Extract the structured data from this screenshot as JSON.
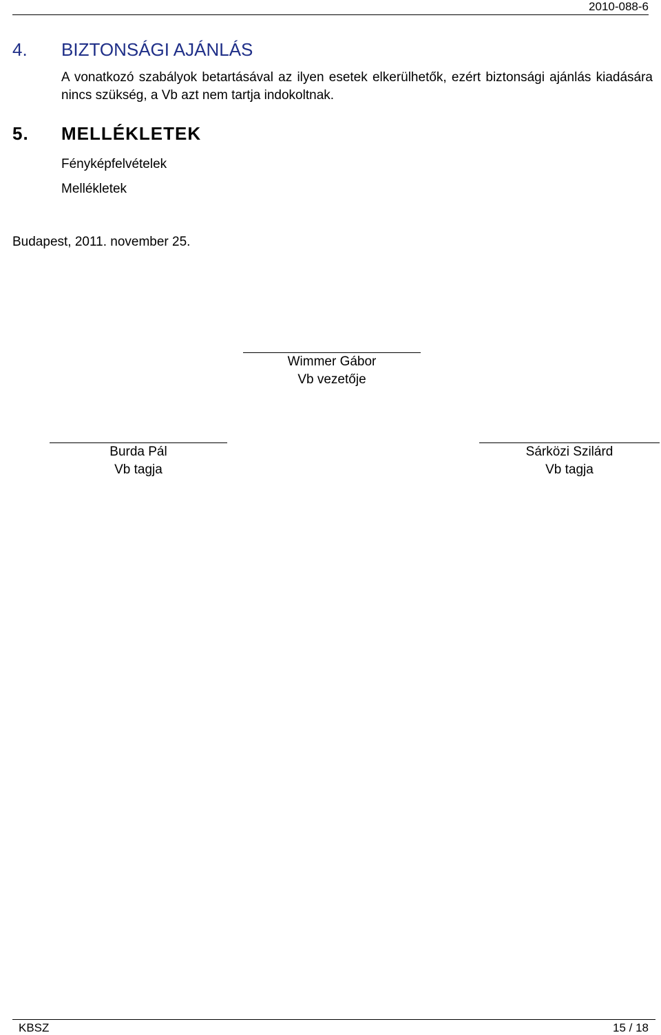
{
  "header": {
    "doc_id": "2010-088-6"
  },
  "section4": {
    "number": "4.",
    "title": "BIZTONSÁGI AJÁNLÁS",
    "text": "A vonatkozó szabályok betartásával az ilyen esetek elkerülhetők, ezért biztonsági ajánlás kiadására nincs szükség, a Vb azt nem tartja indokoltnak."
  },
  "section5": {
    "number": "5.",
    "title": "MELLÉKLETEK",
    "items": [
      "Fényképfelvételek",
      "Mellékletek"
    ]
  },
  "place_date": "Budapest, 2011. november 25.",
  "signatures": {
    "head": {
      "name": "Wimmer Gábor",
      "role": "Vb vezetője"
    },
    "left": {
      "name": "Burda Pál",
      "role": "Vb tagja"
    },
    "right": {
      "name": "Sárközi Szilárd",
      "role": "Vb tagja"
    }
  },
  "footer": {
    "left": "KBSZ",
    "page": "15 / 18"
  }
}
